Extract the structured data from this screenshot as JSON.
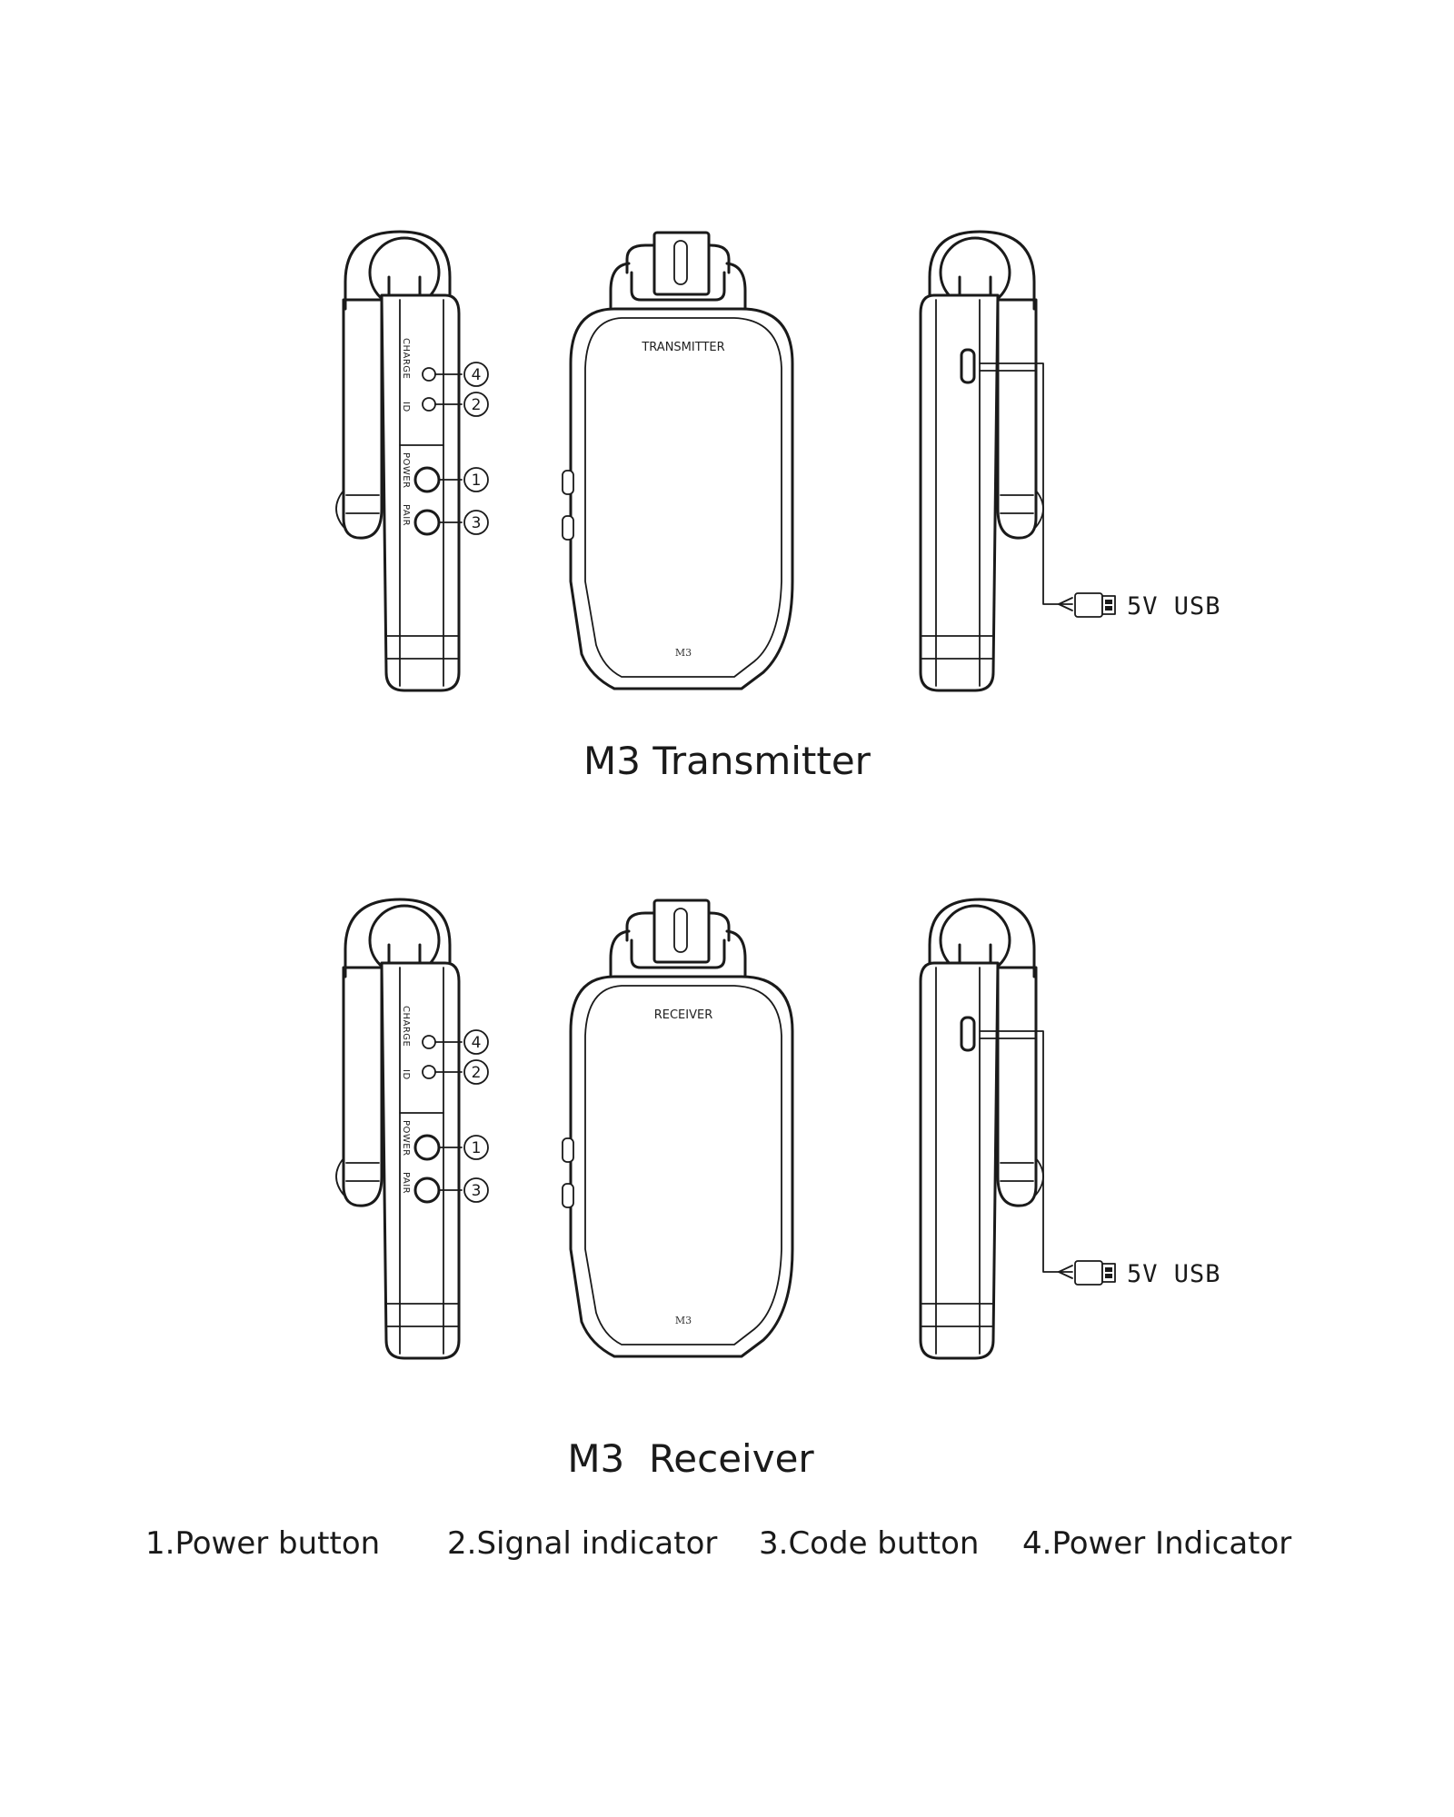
{
  "transmitter": {
    "face_label": "TRANSMITTER",
    "model_label": "M3",
    "side_labels": {
      "charge": "CHARGE",
      "id": "ID",
      "power": "POWER",
      "pair": "PAIR"
    },
    "callouts": [
      "4",
      "2",
      "1",
      "3"
    ],
    "usb_label": "5V USB",
    "title": "M3 Transmitter"
  },
  "receiver": {
    "face_label": "RECEIVER",
    "model_label": "M3",
    "side_labels": {
      "charge": "CHARGE",
      "id": "ID",
      "power": "POWER",
      "pair": "PAIR"
    },
    "callouts": [
      "4",
      "2",
      "1",
      "3"
    ],
    "usb_label": "5V USB",
    "title": "M3  Receiver"
  },
  "legend": {
    "item1": "1.Power button",
    "item2": "2.Signal indicator",
    "item3": "3.Code button",
    "item4": "4.Power Indicator"
  }
}
